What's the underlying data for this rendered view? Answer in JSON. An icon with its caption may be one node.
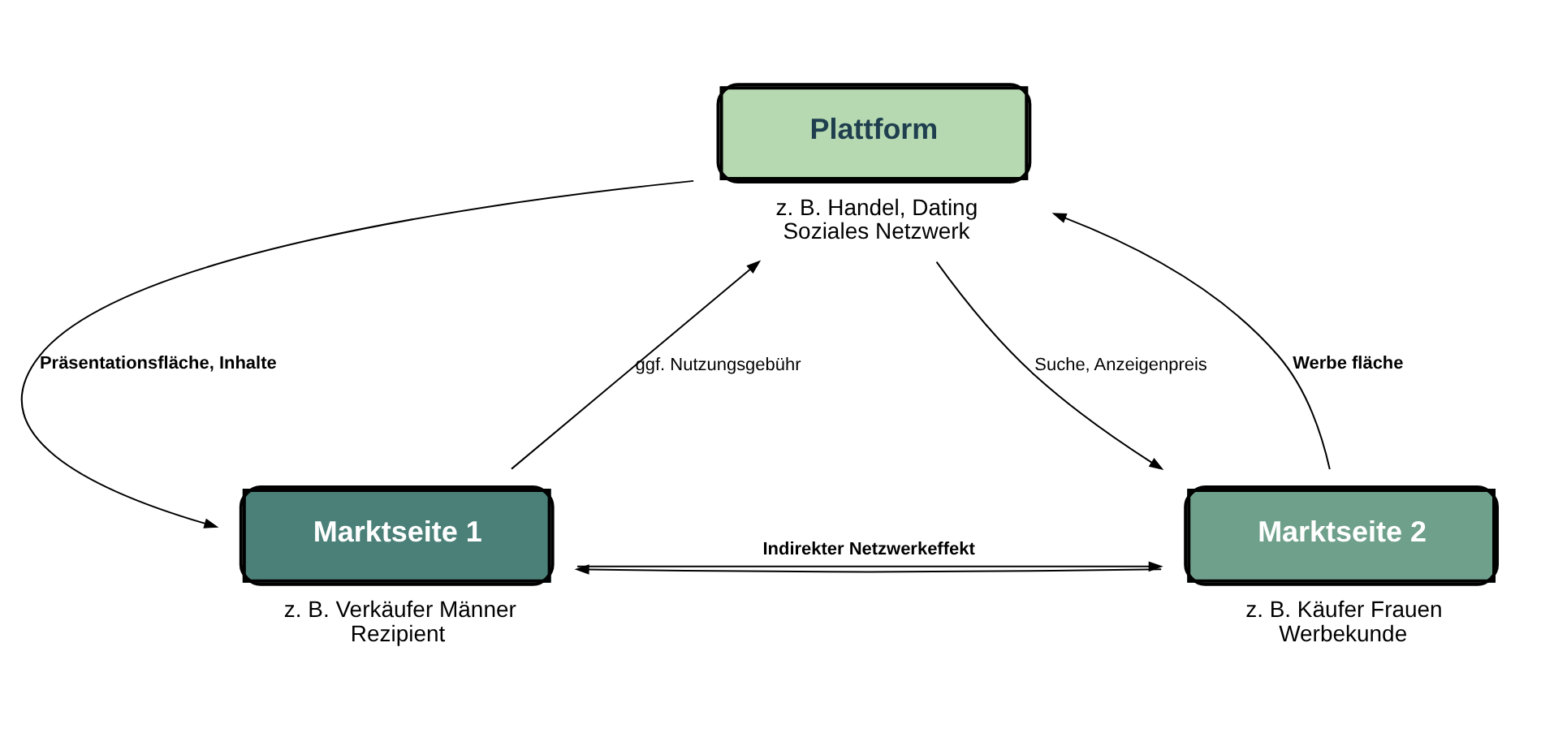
{
  "diagram": {
    "nodes": [
      {
        "text": [
          "Plattform"
        ],
        "beside": [
          "z. B. Handel, Dating",
          "Soziales Netzwerk"
        ]
      },
      {
        "text": [
          "Marktseite 1"
        ],
        "beside": [
          "z. B. Verkäufer Männer",
          "Rezipient"
        ]
      },
      {
        "text": [
          "Marktseite 2"
        ],
        "beside": [
          "z. B. Käufer Frauen",
          "Werbekunde"
        ]
      }
    ],
    "edges": [
      {
        "from": 0,
        "to": 1,
        "arrow": "to",
        "label": "Präsentationsfläche, Inhalte"
      },
      {
        "from": 1,
        "to": 0,
        "arrow": "to",
        "label": "ggf. Nutzungsgebühr"
      },
      {
        "from": 2,
        "to": 0,
        "arrow": "to",
        "label": "Werbe fläche"
      },
      {
        "from": 0,
        "to": 2,
        "arrow": "to",
        "label": "Suche, Anzeigenpreis"
      },
      {
        "from": 1,
        "to": 2,
        "arrow": "to",
        "label": "Indirekter Netzwerkeffekt"
      },
      {
        "from": 2,
        "to": 1,
        "arrow": "to"
      }
    ]
  }
}
